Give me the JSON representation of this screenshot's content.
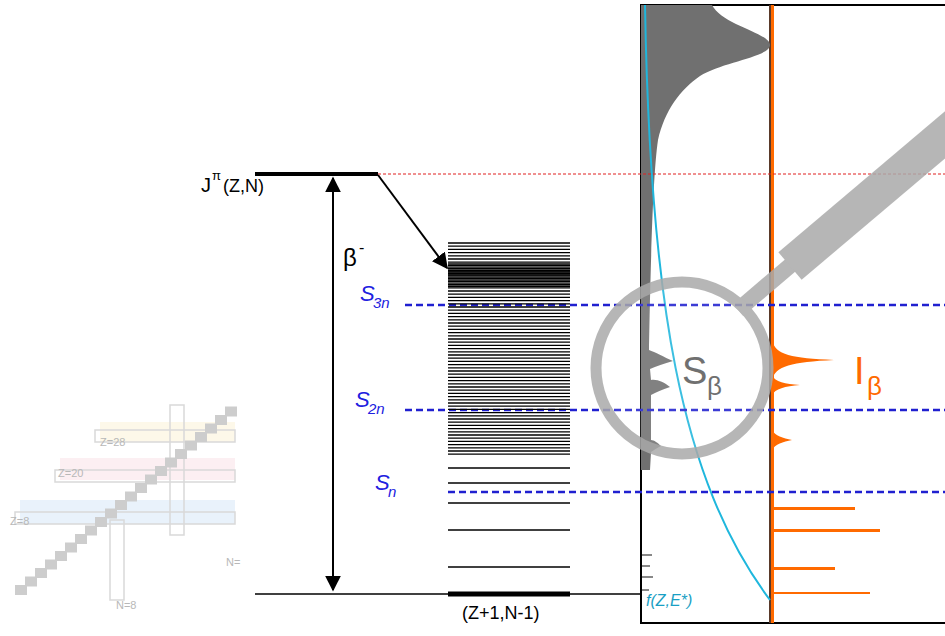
{
  "diagram": {
    "labels": [
      "J",
      "π",
      "(Z,N)",
      "β",
      "-",
      "S",
      "3n",
      "S",
      "2n",
      "S",
      "n",
      "(Z+1,N-1)",
      "S",
      "β",
      "I",
      "β",
      "f(Z,E*)",
      "Z=28",
      "Z=20",
      "Z=8",
      "N=8",
      "N="
    ]
  }
}
